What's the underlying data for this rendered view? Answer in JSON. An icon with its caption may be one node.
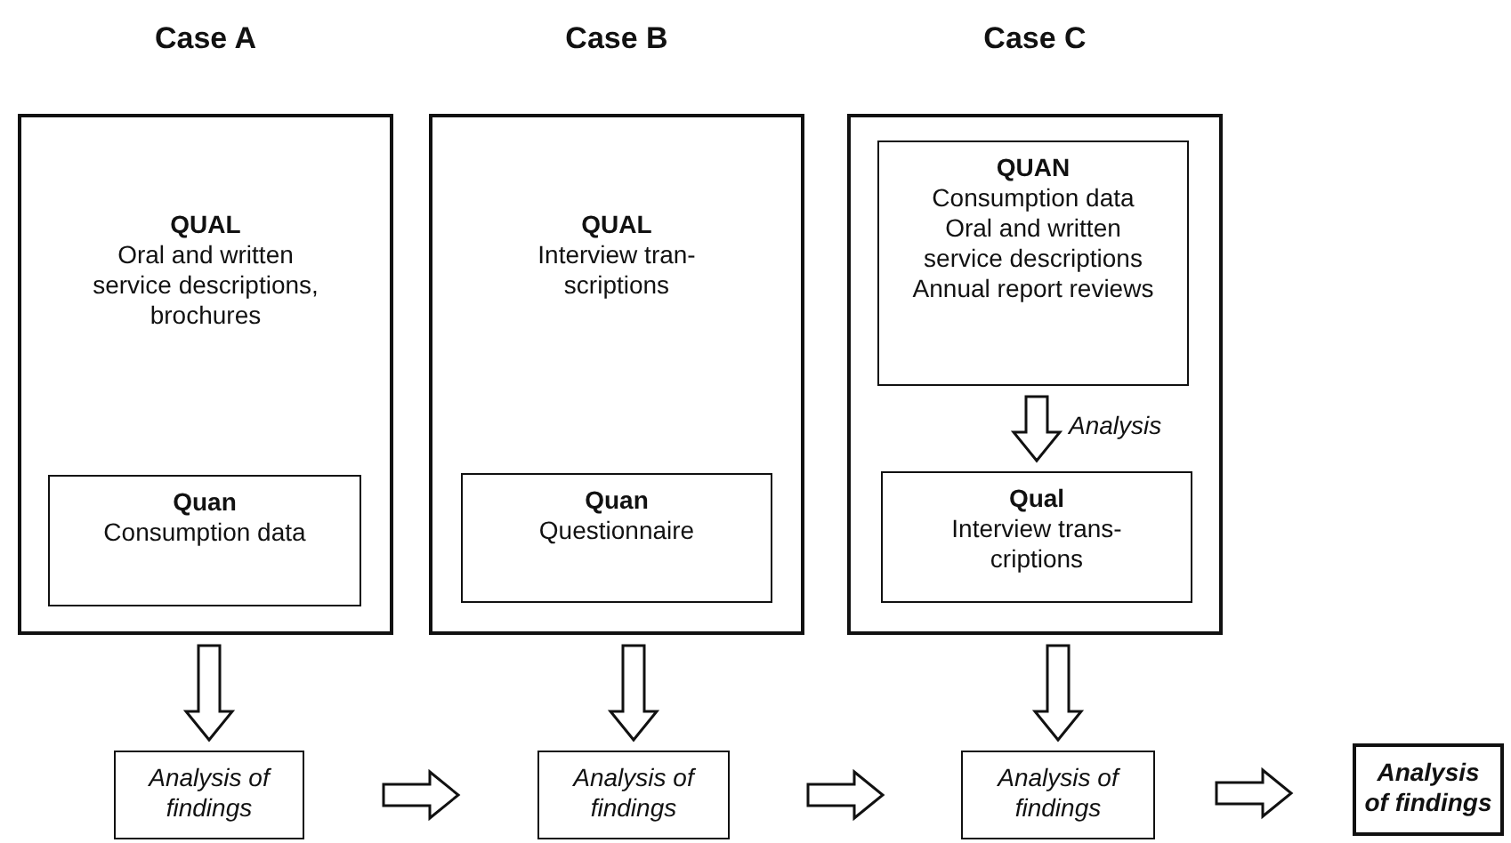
{
  "diagram": {
    "nodes": [
      {
        "text": [
          "Case A",
          "QUAL",
          "Oral and written service descriptions, brochures"
        ]
      },
      {
        "text": [
          "Quan",
          "Consumption data"
        ],
        "in": 0
      },
      {
        "text": [
          "Case B",
          "QUAL",
          "Interview tran- scriptions"
        ]
      },
      {
        "text": [
          "Quan",
          "Questionnaire"
        ],
        "in": 2
      },
      {
        "text": [
          "Case C"
        ]
      },
      {
        "text": [
          "QUAN",
          "Consumption data",
          "Oral and written service descriptions",
          "Annual report reviews"
        ],
        "in": 4
      },
      {
        "text": [
          "Qual",
          "Interview trans- criptions"
        ],
        "in": 4
      },
      {
        "text": [
          "Analysis of findings"
        ]
      },
      {
        "text": [
          "Analysis of findings"
        ]
      },
      {
        "text": [
          "Analysis of findings"
        ]
      },
      {
        "text": [
          "Analysis of findings"
        ]
      }
    ],
    "edges": [
      {
        "from": 5,
        "to": 6,
        "arrow": "to",
        "label": "Analysis"
      },
      {
        "from": 0,
        "to": 7,
        "arrow": "to"
      },
      {
        "from": 2,
        "to": 8,
        "arrow": "to"
      },
      {
        "from": 4,
        "to": 9,
        "arrow": "to"
      },
      {
        "from": 7,
        "to": 8,
        "arrow": "to"
      },
      {
        "from": 8,
        "to": 9,
        "arrow": "to"
      },
      {
        "from": 9,
        "to": 10,
        "arrow": "to"
      }
    ]
  }
}
